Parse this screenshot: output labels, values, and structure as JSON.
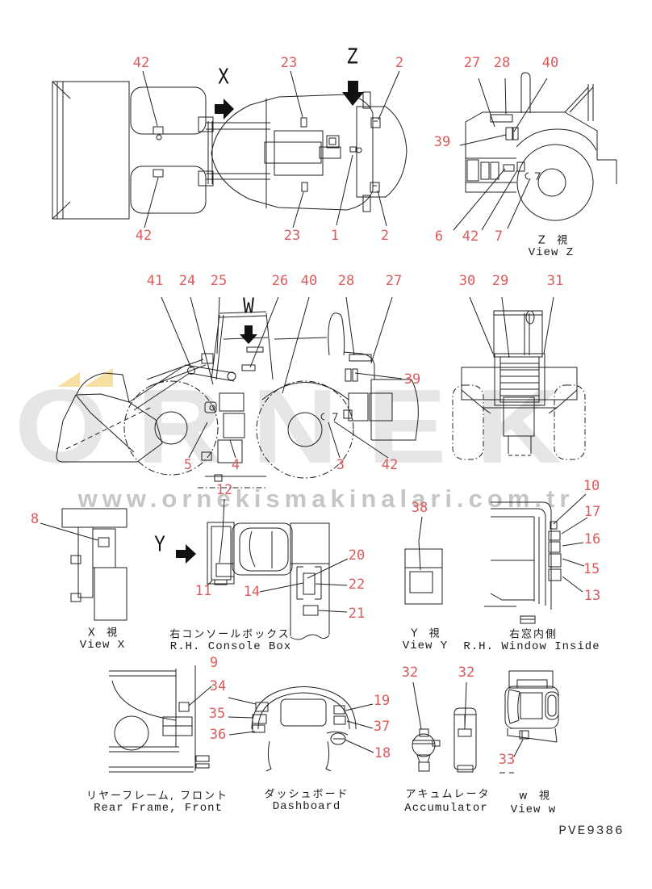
{
  "meta": {
    "part_number": "PVE9386"
  },
  "colors": {
    "background": "#ffffff",
    "line": "#1f1f1f",
    "callout": "#dd5a5a",
    "watermark_brand": "#e6e6e6",
    "watermark_url": "#c6c6c6",
    "watermark_accent": "#f6dfa0"
  },
  "watermark": {
    "brand": "ORNEK",
    "url": "www.ornekismakinalari.com.tr",
    "accent_icon": "two-yellow-triangles"
  },
  "markers": {
    "x": "X",
    "z": "Z",
    "w": "W",
    "y": "Y"
  },
  "captions": {
    "view_z": {
      "jp": "Z  視",
      "en": "View Z"
    },
    "view_x": {
      "jp": "X  視",
      "en": "View X"
    },
    "console": {
      "jp": "右コンソールボックス",
      "en": "R.H. Console Box"
    },
    "view_y": {
      "jp": "Y  視",
      "en": "View Y"
    },
    "window": {
      "jp": "右窓内側",
      "en": "R.H. Window Inside"
    },
    "rear_frame": {
      "jp": "リヤーフレーム, フロント",
      "en": "Rear Frame, Front"
    },
    "dashboard": {
      "jp": "ダッシュボード",
      "en": "Dashboard"
    },
    "accumulator": {
      "jp": "アキュムレータ",
      "en": "Accumulator"
    },
    "view_w": {
      "jp": "w  視",
      "en": "View w"
    }
  },
  "callouts": [
    {
      "n": "42"
    },
    {
      "n": "23"
    },
    {
      "n": "2"
    },
    {
      "n": "42"
    },
    {
      "n": "23"
    },
    {
      "n": "1"
    },
    {
      "n": "2"
    },
    {
      "n": "27"
    },
    {
      "n": "28"
    },
    {
      "n": "40"
    },
    {
      "n": "39"
    },
    {
      "n": "6"
    },
    {
      "n": "42"
    },
    {
      "n": "7"
    },
    {
      "n": "41"
    },
    {
      "n": "24"
    },
    {
      "n": "25"
    },
    {
      "n": "26"
    },
    {
      "n": "40"
    },
    {
      "n": "28"
    },
    {
      "n": "27"
    },
    {
      "n": "39"
    },
    {
      "n": "5"
    },
    {
      "n": "4"
    },
    {
      "n": "3"
    },
    {
      "n": "42"
    },
    {
      "n": "30"
    },
    {
      "n": "29"
    },
    {
      "n": "31"
    },
    {
      "n": "8"
    },
    {
      "n": "12"
    },
    {
      "n": "11"
    },
    {
      "n": "14"
    },
    {
      "n": "20"
    },
    {
      "n": "22"
    },
    {
      "n": "21"
    },
    {
      "n": "38"
    },
    {
      "n": "10"
    },
    {
      "n": "17"
    },
    {
      "n": "16"
    },
    {
      "n": "15"
    },
    {
      "n": "13"
    },
    {
      "n": "9"
    },
    {
      "n": "34"
    },
    {
      "n": "35"
    },
    {
      "n": "36"
    },
    {
      "n": "19"
    },
    {
      "n": "37"
    },
    {
      "n": "18"
    },
    {
      "n": "32"
    },
    {
      "n": "32"
    },
    {
      "n": "33"
    }
  ]
}
